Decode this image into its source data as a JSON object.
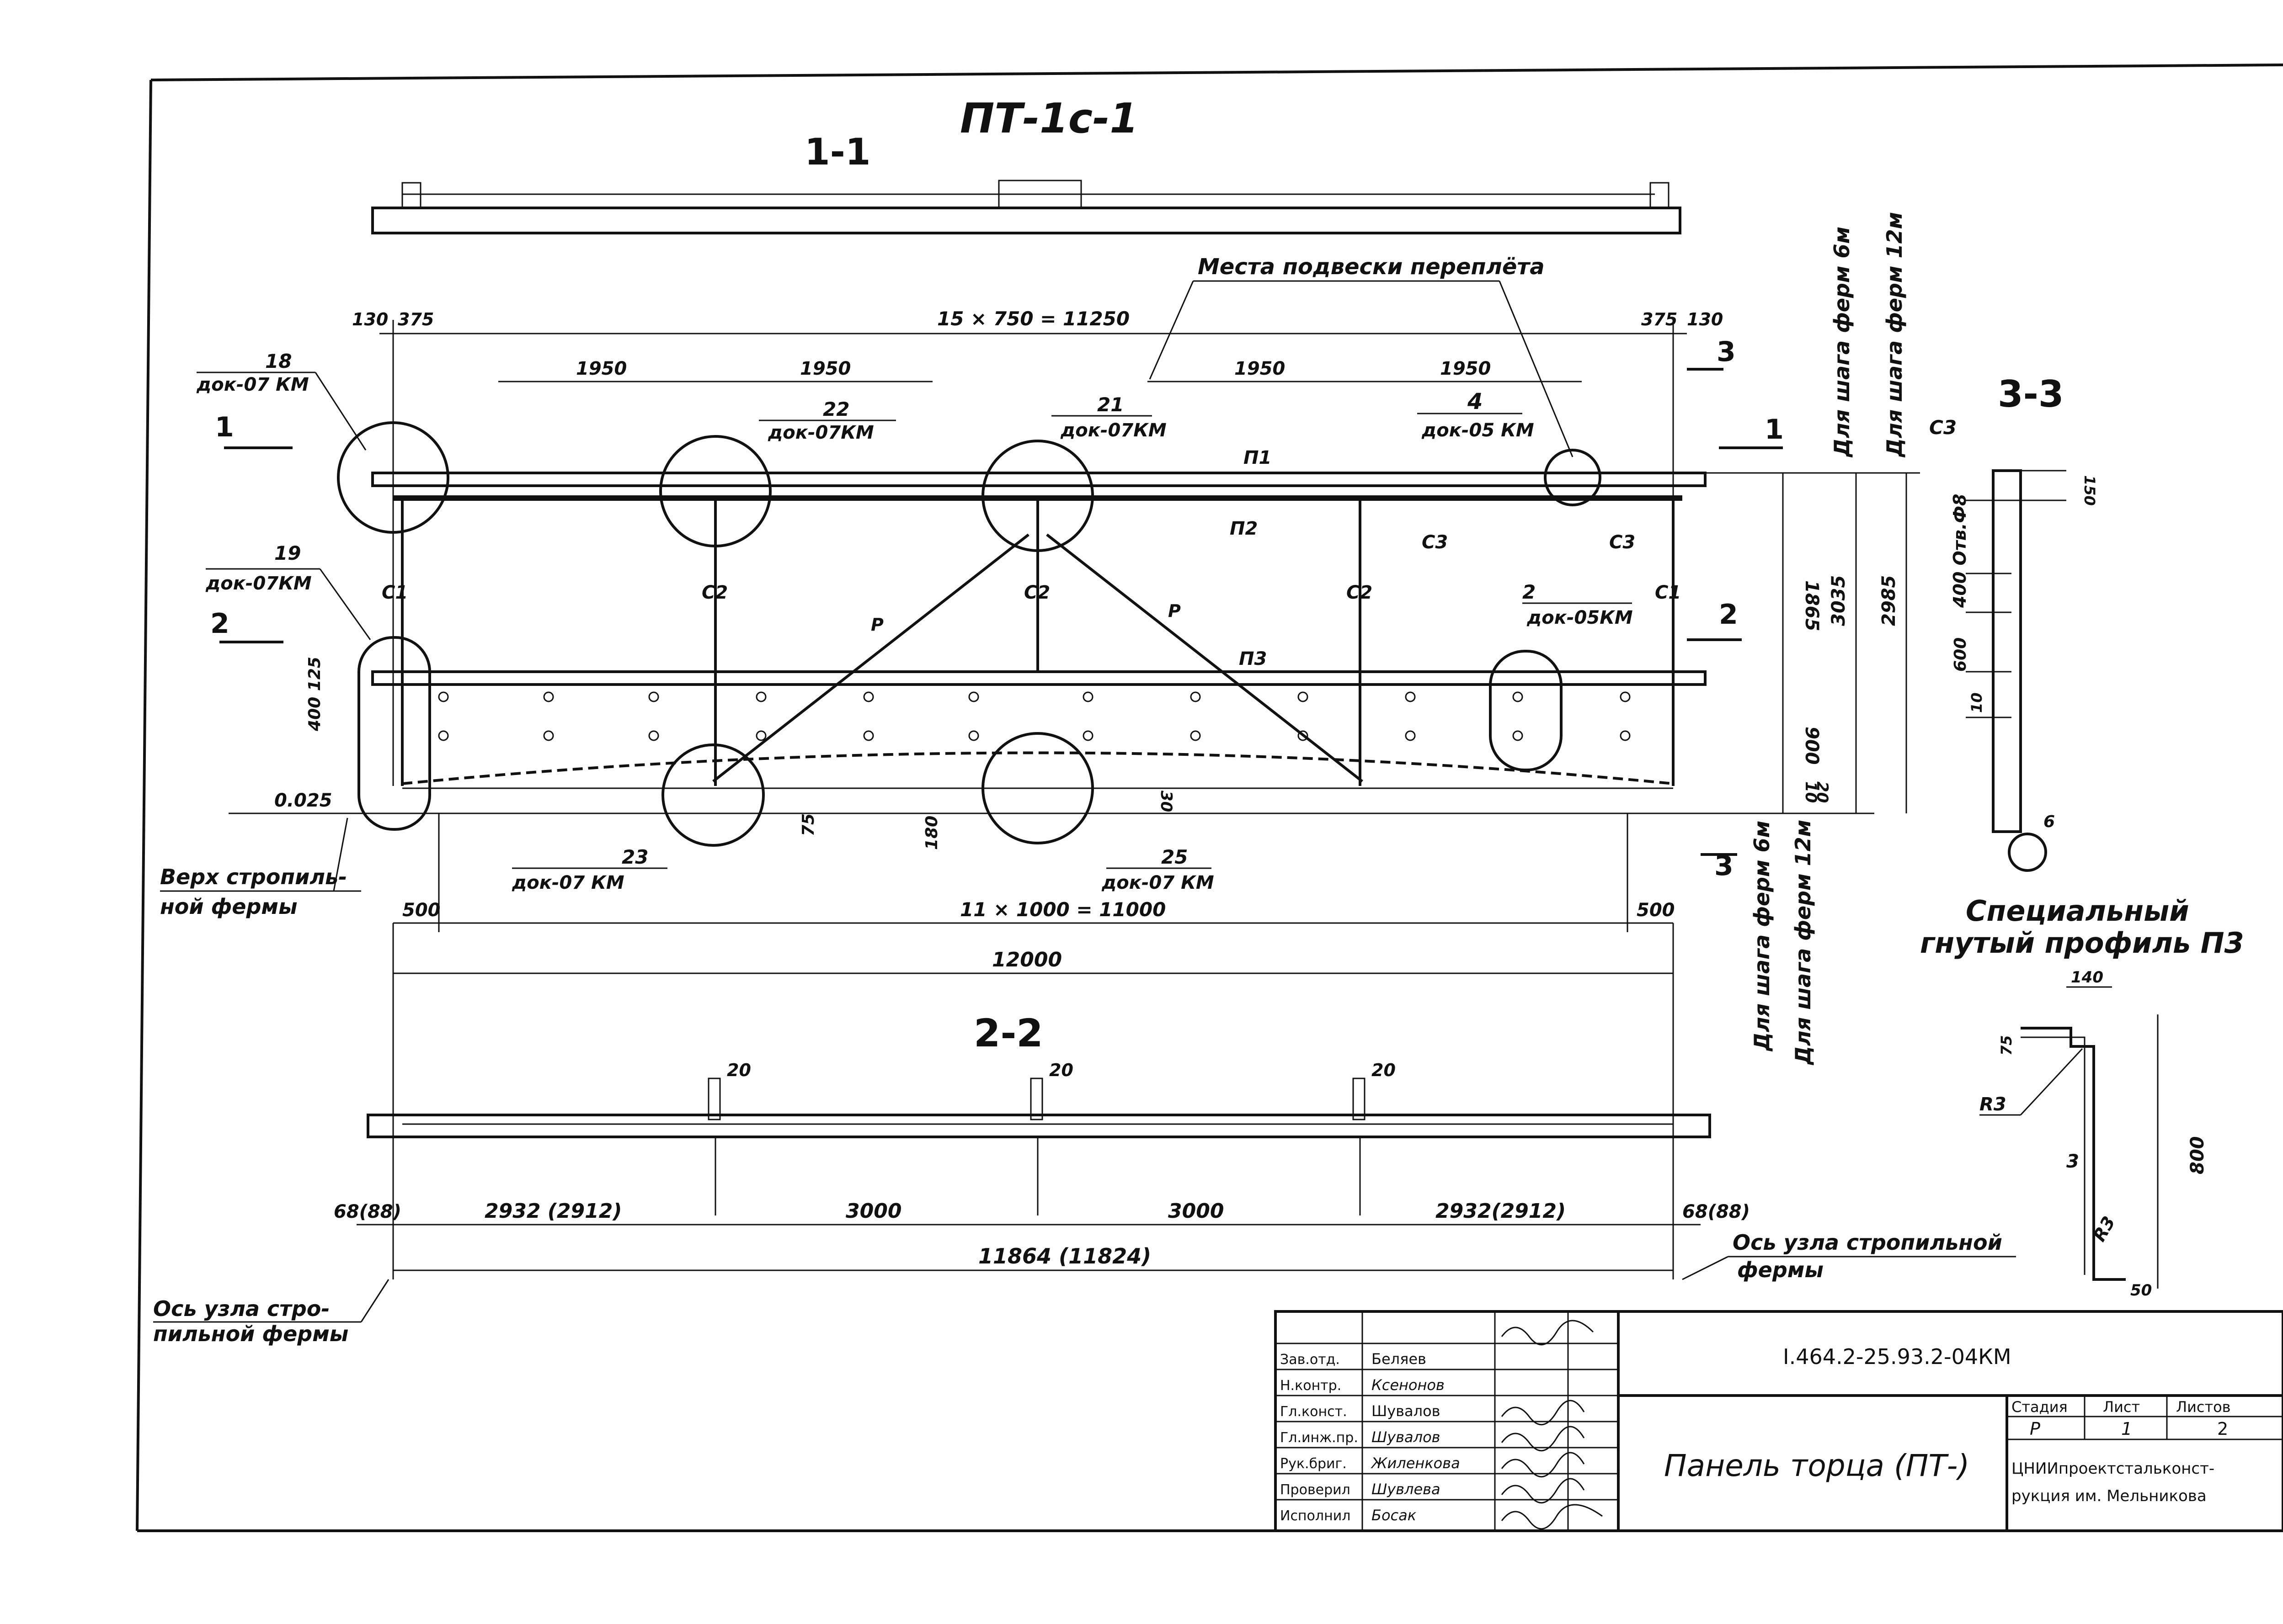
{
  "drawing": {
    "title": "ПТ-1с-1",
    "section_1_1": "1-1",
    "section_2_2": "2-2",
    "section_3_3": "3-3",
    "special_profile": [
      "Специальный",
      "гнутый профиль П3"
    ],
    "hanging_places": "Места подвески переплёта",
    "truss_top": [
      "Верх стропиль-",
      "ной фермы"
    ],
    "node_axis_left": [
      "Ось узла стро-",
      "пильной фермы"
    ],
    "node_axis_right": [
      "Ось узла стропильной",
      "фермы"
    ],
    "step_6": "Для шага ферм 6м",
    "step_12": "Для шага ферм 12м",
    "slope": "0.025",
    "cut_labels": {
      "c1": "1",
      "c2": "2",
      "c3": "3"
    },
    "dims_top": {
      "d130": "130",
      "d375": "375",
      "span": "15 × 750 = 11250",
      "d1950": "1950",
      "d375r": "375",
      "d130r": "130"
    },
    "dims_bottom": {
      "d500": "500",
      "span": "11 × 1000 = 11000",
      "d500r": "500",
      "total": "12000"
    },
    "dims_vertical": {
      "d1865": "1865",
      "d900": "900",
      "d3035": "3035",
      "d2985": "2985",
      "d10": "10",
      "d20": "20",
      "d75": "75",
      "d180": "180",
      "d30": "30",
      "d400_125": "400 125"
    },
    "members": {
      "p1": "П1",
      "p2": "П2",
      "p3": "П3",
      "c1": "С1",
      "c2": "С2",
      "c3": "С3",
      "r": "Р"
    },
    "callouts": [
      {
        "num": "18",
        "doc": "док-07 КМ"
      },
      {
        "num": "22",
        "doc": "док-07КМ"
      },
      {
        "num": "21",
        "doc": "док-07КМ"
      },
      {
        "num": "4",
        "doc": "док-05 КМ"
      },
      {
        "num": "19",
        "doc": "док-07КМ"
      },
      {
        "num": "2",
        "doc": "док-05КМ"
      },
      {
        "num": "23",
        "doc": "док-07 КМ"
      },
      {
        "num": "25",
        "doc": "док-07 КМ"
      }
    ],
    "section_2_2_dims": {
      "d20": "20",
      "left_end": "68(88)",
      "right_end": "68(88)",
      "seg1": "2932 (2912)",
      "seg2": "3000",
      "seg3": "3000",
      "seg4": "2932(2912)",
      "total": "11864 (11824)"
    },
    "section_3_3_dims": {
      "c3": "С3",
      "d150": "150",
      "holes": "400 Отв.Ф8",
      "d600": "600",
      "d10": "10",
      "d6": "6"
    },
    "profile_dims": {
      "w140": "140",
      "d75": "75",
      "r3": "R3",
      "t3": "3",
      "h800": "800",
      "b50": "50"
    }
  },
  "title_block": {
    "code": "I.464.2-25.93.2-04КМ",
    "name": "Панель торца (ПТ-)",
    "stage_h": "Стадия",
    "sheet_h": "Лист",
    "sheets_h": "Листов",
    "stage": "Р",
    "sheet": "1",
    "sheets": "2",
    "org": [
      "ЦНИИпроектстальконст-",
      "рукция им. Мельникова"
    ],
    "roles": [
      {
        "role": "Зав.отд.",
        "name": "Беляев"
      },
      {
        "role": "Н.контр.",
        "name": "Ксенонов"
      },
      {
        "role": "Гл.конст.",
        "name": "Шувалов"
      },
      {
        "role": "Гл.инж.пр.",
        "name": "Шувалов"
      },
      {
        "role": "Рук.бриг.",
        "name": "Жиленкова"
      },
      {
        "role": "Проверил",
        "name": "Шувлева"
      },
      {
        "role": "Исполнил",
        "name": "Босак"
      }
    ]
  }
}
